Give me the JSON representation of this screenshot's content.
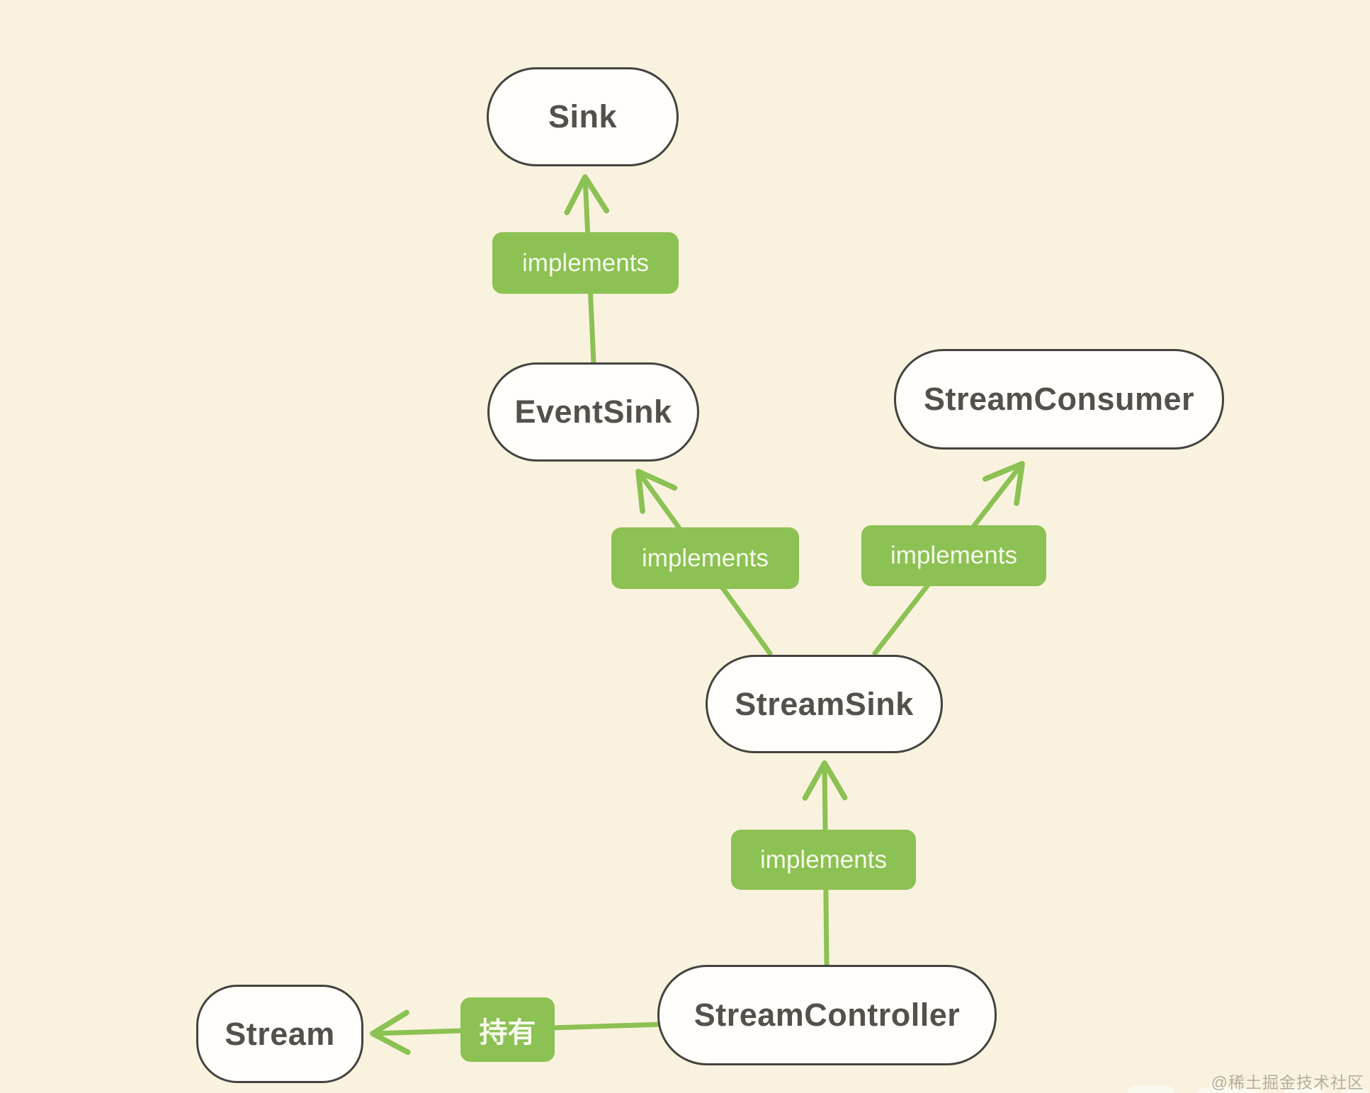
{
  "page": {
    "background_color": "#f9f2df"
  },
  "colors": {
    "accent_green": "#8cc153",
    "node_fill": "#fffefa",
    "node_border": "#45433e",
    "node_text": "#55504a",
    "edge_label_text": "#f6f9ec",
    "watermark_text": "#b6ae9a"
  },
  "icons": {
    "arrowhead": "open-chevron-arrow"
  },
  "diagram": {
    "nodes": [
      {
        "id": "sink",
        "label": "Sink"
      },
      {
        "id": "event-sink",
        "label": "EventSink"
      },
      {
        "id": "stream-consumer",
        "label": "StreamConsumer"
      },
      {
        "id": "stream-sink",
        "label": "StreamSink"
      },
      {
        "id": "stream-controller",
        "label": "StreamController"
      },
      {
        "id": "stream",
        "label": "Stream"
      }
    ],
    "edges": [
      {
        "from": "event-sink",
        "to": "sink",
        "label": "implements"
      },
      {
        "from": "stream-sink",
        "to": "event-sink",
        "label": "implements"
      },
      {
        "from": "stream-sink",
        "to": "stream-consumer",
        "label": "implements"
      },
      {
        "from": "stream-controller",
        "to": "stream-sink",
        "label": "implements"
      },
      {
        "from": "stream-controller",
        "to": "stream",
        "label": "持有"
      }
    ]
  },
  "watermark": {
    "text": "@稀土掘金技术社区"
  }
}
